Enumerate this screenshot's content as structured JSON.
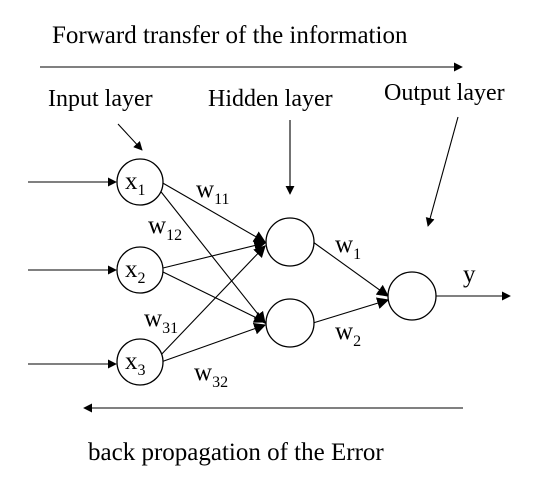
{
  "top_label": "Forward transfer of the information",
  "bottom_label": "back propagation of the Error",
  "layers": {
    "input": "Input layer",
    "hidden": "Hidden layer",
    "output": "Output layer"
  },
  "inputs": [
    {
      "base": "x",
      "sub": "1"
    },
    {
      "base": "x",
      "sub": "2"
    },
    {
      "base": "x",
      "sub": "3"
    }
  ],
  "weights": [
    {
      "base": "w",
      "sub": "11"
    },
    {
      "base": "w",
      "sub": "12"
    },
    {
      "base": "w",
      "sub": "31"
    },
    {
      "base": "w",
      "sub": "32"
    },
    {
      "base": "w",
      "sub": "1"
    },
    {
      "base": "w",
      "sub": "2"
    }
  ],
  "output_symbol": "y"
}
